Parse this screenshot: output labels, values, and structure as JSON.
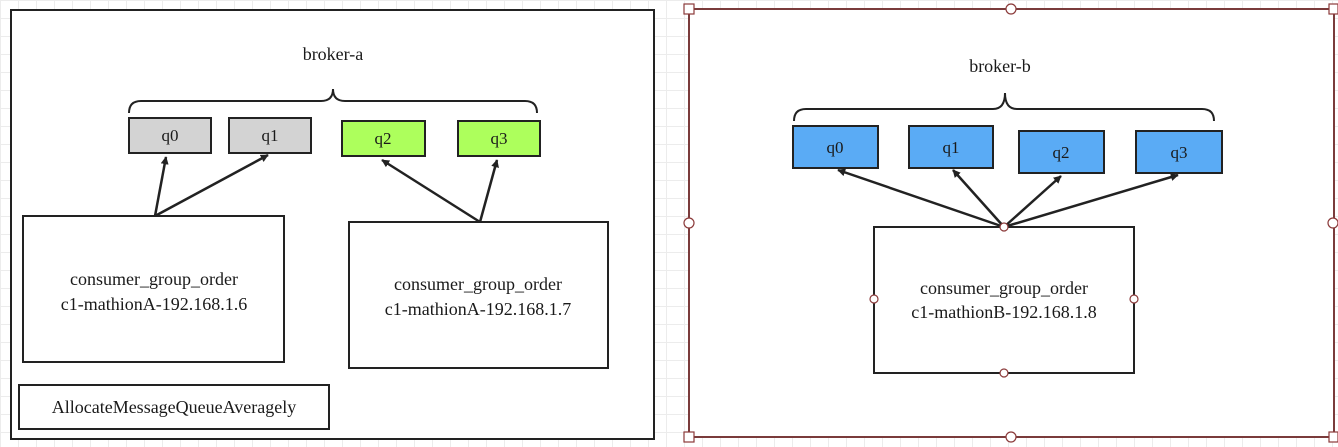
{
  "colors": {
    "queue_gray": "#d3d3d3",
    "queue_green": "#adff5c",
    "queue_blue": "#5aabf5",
    "selection_border": "#7a3b3b",
    "stroke": "#222222"
  },
  "left_panel": {
    "broker_title": "broker-a",
    "queues": [
      "q0",
      "q1",
      "q2",
      "q3"
    ],
    "consumer_1": {
      "group": "consumer_group_order",
      "instance": "c1-mathionA-192.168.1.6"
    },
    "consumer_2": {
      "group": "consumer_group_order",
      "instance": "c1-mathionA-192.168.1.7"
    },
    "strategy_label": "AllocateMessageQueueAveragely"
  },
  "right_panel": {
    "broker_title": "broker-b",
    "queues": [
      "q0",
      "q1",
      "q2",
      "q3"
    ],
    "consumer_1": {
      "group": "consumer_group_order",
      "instance": "c1-mathionB-192.168.1.8"
    }
  }
}
